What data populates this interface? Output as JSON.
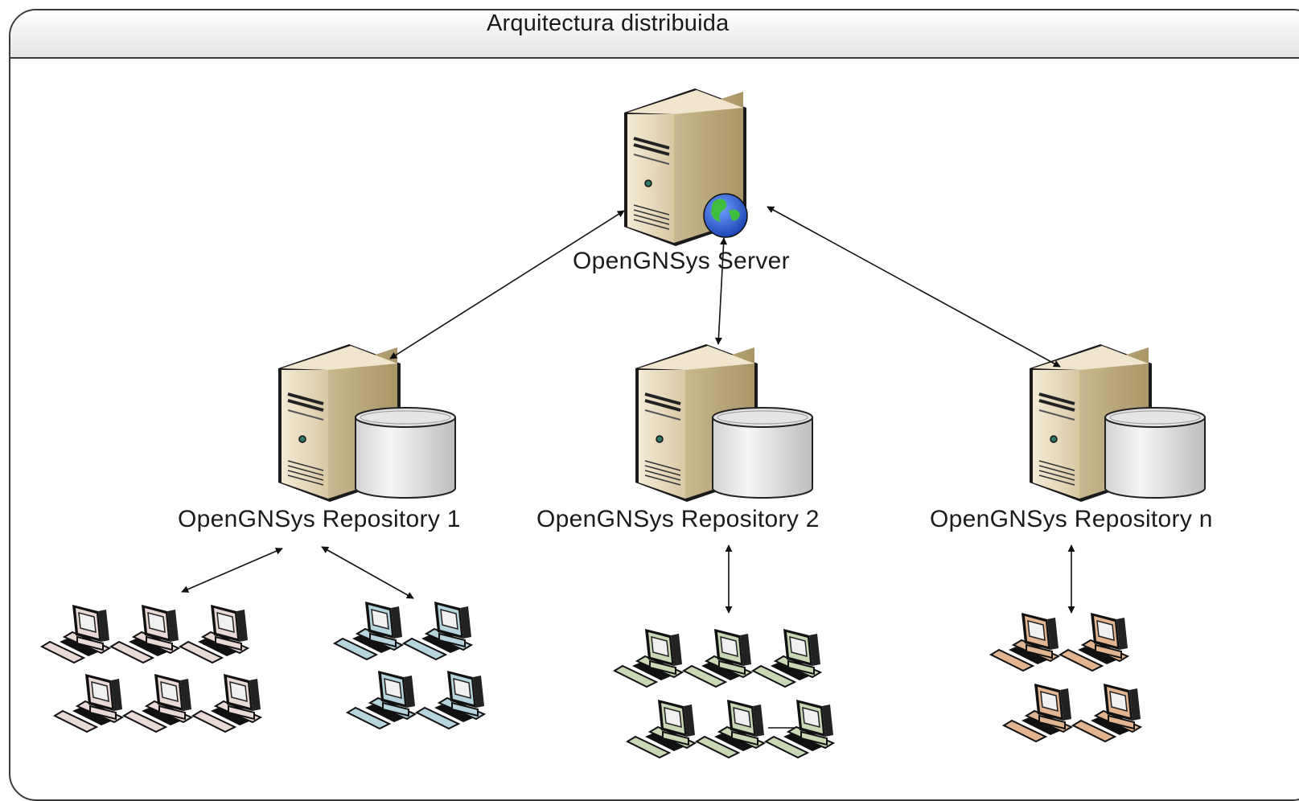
{
  "diagram": {
    "title": "Arquitectura distribuida",
    "server": {
      "label": "OpenGNSys Server",
      "icon": "web-server-icon"
    },
    "repositories": [
      {
        "label": "OpenGNSys Repository 1",
        "icon": "repository-server-icon",
        "client_groups": [
          {
            "count": 6,
            "color": "#e8d8d6"
          },
          {
            "count": 4,
            "color": "#b6d4dc"
          }
        ]
      },
      {
        "label": "OpenGNSys Repository 2",
        "icon": "repository-server-icon",
        "client_groups": [
          {
            "count": 6,
            "color": "#c9d7b5"
          }
        ]
      },
      {
        "label": "OpenGNSys Repository n",
        "icon": "repository-server-icon",
        "client_groups": [
          {
            "count": 4,
            "color": "#e2b48f"
          }
        ]
      }
    ],
    "connections": "bidirectional-arrows"
  }
}
